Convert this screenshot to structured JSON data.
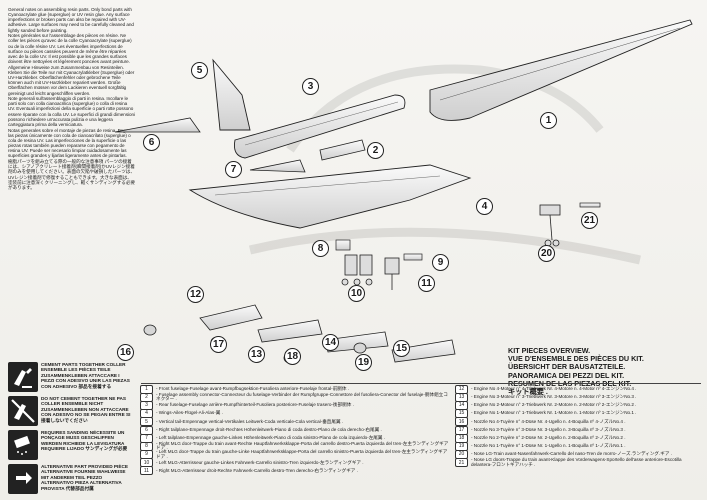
{
  "notes": [
    "General notes on assembling resin parts. Only bond parts with Cyanoacrylate glue (superglue) or UV resin glue. Any surface imperfections or broken parts can also be repaired with UV-adhesive. Large surfaces may need to be carefully cleaned and lightly sanded before painting.",
    "Notes générales sur l'assemblage des pièces en résine. Ne coller les pièces qu'avec de la colle Cyanoacrylate (superglue) ou de la colle résine UV. Les éventuelles imperfections de surface ou pièces cassées peuvent de même être réparées avec de la colle UV. Il est possible que les grandes surfaces doivent être nettoyées et légèrement poncées avant peinture.",
    "Allgemeine Hinweise zum Zusammenbau von Resinteilen. Kleben Sie die Teile nur mit Cyanacrylatkleber (Superglue) oder UV-Harzkleber. Oberflächenfehler oder gebrochene Teile können auch mit UV-Harzkleber repariert werden. Große Oberflächen müssen vor dem Lackieren eventuell sorgfältig gereinigt und leicht angeschliffen werden.",
    "Note generali sull'assemblaggio di parti in resina. Incollare le parti solo con colla cianoacrilica (superglue) o colla di resina UV. Eventuali imperfezioni della superficie o parti rotte possono essere riparate con la colla UV. Le superfici di grandi dimensioni possono richiedere un'accurata pulizia e una leggera carteggiatura prima della verniciatura.",
    "Notas generales sobre el montaje de piezas de resina. Pegue las piezas únicamente con cola de cianoacrilato (superglue) o cola de resina UV. Las imperfecciones de la superficie o las piezas rotas también pueden repararse con pegamento de resina UV. Puede ser necesario limpiar cuidadosamente las superficies grandes y lijarlas ligeramente antes de pintarlas.",
    "樹脂パーツを組み立てる際の一般的な注意事項 パーツの接着には、シアノアクリレート接着剤(瞬間接着剤)かUVレジン接着剤のみを使用してください。表面の欠陥や破損したパーツは、UVレジン接着剤で修復することもできます。大きな表面は、塗装前に注意深くクリーニングし、軽くサンディングする必要があります。"
  ],
  "warnings": [
    {
      "icon": "cement-icon",
      "text": "CEMENT PARTS TOGETHER COLLER ENSEMBLE LES PIÈCES TEILE ZUSAMMENKLEBEN ATTACCARE I PEZZI CON ADESIVO UNIR LAS PIEZAS CON ADHESIVO 部品を接着する"
    },
    {
      "icon": "no-cement-icon",
      "text": "DO NOT CEMENT TOGETHER NE PAS COLLER ENSEMBLE NICHT ZUSAMMENKLEBEN NON ATTACCARE CON ADESIVO NO SE PEGAN ENTRE SI 接着しないでください"
    },
    {
      "icon": "sanding-icon",
      "text": "REQUIRES SANDING NÉCESSITE UN PONÇAGE MUSS GESCHLIFFEN WERDEN RICHIEDE LA LEVIGATURA REQUIERE LIJADO サンディングが必要"
    },
    {
      "icon": "alternative-part-icon",
      "text": "ALTERNATIVE PART PROVIDED PIÈCE ALTERNATIVE FOURNIE WAHLWEISE MIT ANDEREM TEIL PEZZO ALTERNATIVO PIEZA ALTERNATIVA PROVISTA 代替部品付属"
    }
  ],
  "kit_title": [
    "KIT PIECES OVERVIEW.",
    "VUE D'ENSEMBLE DES PIÈCES DU KIT.",
    "ÜBERSICHT DER BAUSATZTEILE.",
    "PANORAMICA DEI PEZZI DEL KIT.",
    "RESUMEN DE LAS PIEZAS DEL KIT.",
    "キット概要 ."
  ],
  "legend_left": [
    {
      "n": "1",
      "t": "- Front fuselage-Fuselage avant-Rumpfbugsektion-Fusoliera anteriore-Fuselaje frontal-前胴体 ."
    },
    {
      "n": "2",
      "t": "- Fuselage assembly connector-Connecteur du fuselage-Verbinder der Rumpfgruppe-Connettore del fusoliera-Conector del fuselaje-胴体組立コネクター ."
    },
    {
      "n": "3",
      "t": "- Rear fuselage-Fuselage arrière-Rumpfhinterteil-Fusoliera posteriore-Fuselaje trasero-後部胴体 ."
    },
    {
      "n": "4",
      "t": "- Wings-Ailes-Flügel-Ali-Alas-翼 ."
    },
    {
      "n": "5",
      "t": "- Vertical tail-Empennage vertical-Vertikales Leitwerk-Coda verticale-Cola vertical-垂直尾翼 ."
    },
    {
      "n": "6",
      "t": "- Right tailplane-Empennage droit-Rechtes Höhenleitwerk-Piano di coda destro-Plano de cola derecho-右尾翼 ."
    },
    {
      "n": "7",
      "t": "- Left tailplane-Empennage gauche-Linkes Höhenleitwerk-Piano di coda sinistro-Plano de cola izquierdo-左尾翼 ."
    },
    {
      "n": "8",
      "t": "- Right MLG door-Trappe du train avant-Rechte Hauptfahrwerksklappe-Porta del carrello destro-Puerta izquierda del tren-左主ランディングギアドア ."
    },
    {
      "n": "9",
      "t": "- Left MLG door-Trappe du train gauche-Linke Hauptfahrwerksklappe-Porta del carrello sinistro-Puerta izquierda del tren-左主ランディングギアドア ."
    },
    {
      "n": "10",
      "t": "- Left MLG-Atterrisseur gauche-Linkes Fahrwerk-Carrello sinistro-Tren izquierdo-左ランディングギア ."
    },
    {
      "n": "11",
      "t": "- Right MLG-Atterrisseur droit-Rechte Fahrwerk-Carrello destro-Tren derecho-右ランディングギア ."
    }
  ],
  "legend_right": [
    {
      "n": "12",
      "t": "- Engine No 4-Moteur n° 4-Triebwerk Nr. 4-Motore n. 4-Motor nº 4-エンジンNo.4 ."
    },
    {
      "n": "13",
      "t": "- Engine No 3-Moteur n° 3-Triebwerk Nr. 3-Motore n. 3-Motor nº 3-エンジンNo.3 ."
    },
    {
      "n": "14",
      "t": "- Engine No 2-Moteur n° 2-Triebwerk Nr. 2-Motore n. 2-Motor nº 2-エンジンNo.2 ."
    },
    {
      "n": "15",
      "t": "- Engine No 1-Moteur n° 1-Triebwerk Nr. 1-Motore n. 1-Motor nº 1-エンジンNo.1 ."
    },
    {
      "n": "16",
      "t": "- Nozzle No 4-Tuyère n° 4-Düse Nr. 4-Ugello n. 4-Boquilla nº 4-ノズルNo.4 ."
    },
    {
      "n": "17",
      "t": "- Nozzle No 3-Tuyère n° 3-Düse Nr. 3-Ugello n. 3-Boquilla nº 3-ノズルNo.3 ."
    },
    {
      "n": "18",
      "t": "- Nozzle No 2-Tuyère n° 2-Düse Nr. 2-Ugello n. 2-Boquilla nº 2-ノズルNo.2 ."
    },
    {
      "n": "19",
      "t": "- Nozzle No 1-Tuyère n° 1-Düse Nr. 1-Ugello n. 1-Boquilla nº 1-ノズルNo.1 ."
    },
    {
      "n": "20",
      "t": "- Nose LG-Train avant-Nasenfahrwerk-Carrello del naso-Tren de morro-ノーズ.ランディング.ギア ."
    },
    {
      "n": "21",
      "t": "- Nose LG doors-Trappe du train avant-Klappe des Vorderwagens-Sportello dell'asse anteriore-Escotilla delantera-フロントギアハッチ ."
    }
  ],
  "callouts": [
    "1",
    "2",
    "3",
    "4",
    "5",
    "6",
    "7",
    "8",
    "9",
    "10",
    "11",
    "12",
    "13",
    "14",
    "15",
    "16",
    "17",
    "18",
    "19",
    "20",
    "21"
  ]
}
